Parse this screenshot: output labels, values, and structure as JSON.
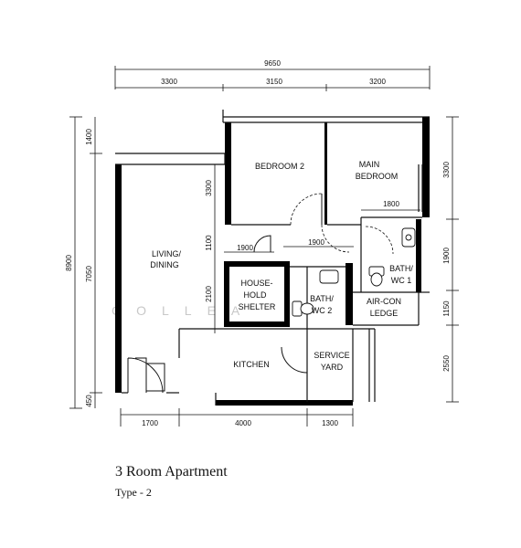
{
  "plan": {
    "title": "3 Room Apartment",
    "subtitle": "Type - 2",
    "watermark": "COLLEA",
    "dimensions": {
      "top_total": "9650",
      "top_1": "3300",
      "top_2": "3150",
      "top_3": "3200",
      "bottom_1": "1700",
      "bottom_2": "4000",
      "bottom_3": "1300",
      "left_total": "8900",
      "left_a1": "1400",
      "left_a2": "7050",
      "left_a3": "450",
      "right_1": "3300",
      "right_2": "1900",
      "right_3": "1150",
      "right_4": "2550",
      "inner_3300": "3300",
      "inner_1100": "1100",
      "inner_2100": "2100",
      "inner_1800": "1800",
      "inner_1900a": "1900",
      "inner_1900b": "1900"
    },
    "rooms": {
      "bedroom2": "BEDROOM 2",
      "main_bedroom_1": "MAIN",
      "main_bedroom_2": "BEDROOM",
      "living_1": "LIVING/",
      "living_2": "DINING",
      "shelter_1": "HOUSE-",
      "shelter_2": "HOLD",
      "shelter_3": "SHELTER",
      "bath2_1": "BATH/",
      "bath2_2": "WC 2",
      "bath1_1": "BATH/",
      "bath1_2": "WC 1",
      "aircon_1": "AIR-CON",
      "aircon_2": "LEDGE",
      "kitchen": "KITCHEN",
      "service_1": "SERVICE",
      "service_2": "YARD"
    }
  }
}
